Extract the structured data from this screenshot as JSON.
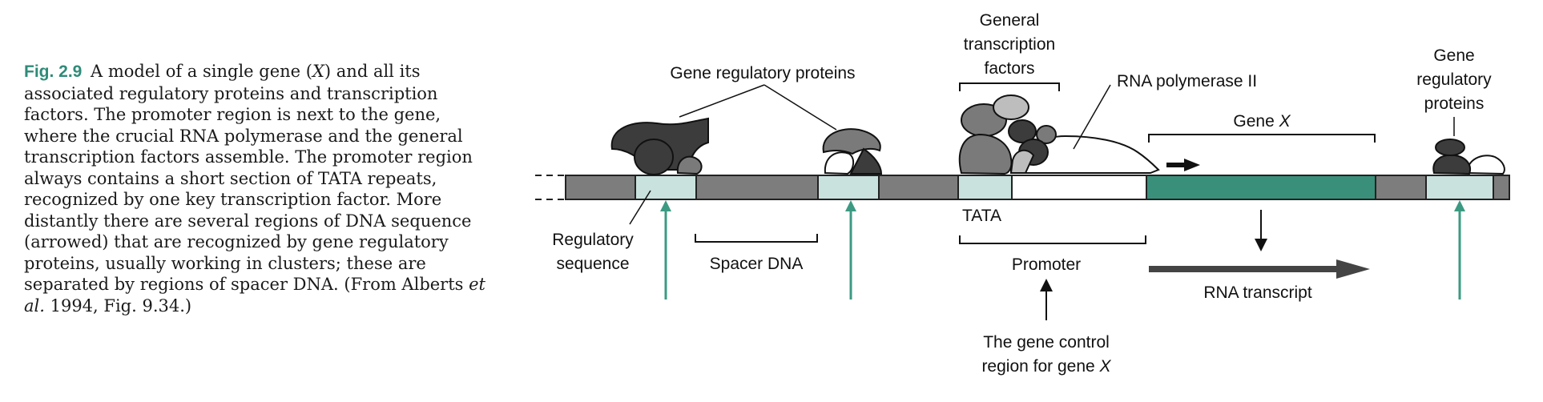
{
  "caption": {
    "label": "Fig. 2.9",
    "gene_symbol": "X",
    "text_1": " A model of a single gene (",
    "text_2": ") and all its associated regulatory proteins and transcription factors. The promoter region is next to the gene, where the crucial RNA polymerase and the general transcription factors assemble. The promoter region always contains a short section of TATA repeats, recognized by one key transcription factor. More distantly there are several regions of DNA sequence (arrowed) that are recognized by gene regulatory proteins, usually working in clusters; these are separated by regions of spacer DNA. (From Alberts ",
    "et_al": "et al.",
    "text_3": " 1994, Fig. 9.34.)"
  },
  "diagram": {
    "labels": {
      "gene_regulatory_proteins": "Gene regulatory proteins",
      "general_tf_line1": "General",
      "general_tf_line2": "transcription",
      "general_tf_line3": "factors",
      "rna_pol": "RNA polymerase II",
      "gene_x_prefix": "Gene ",
      "gene_x_symbol": "X",
      "right_grp_line1": "Gene",
      "right_grp_line2": "regulatory",
      "right_grp_line3": "proteins",
      "tata": "TATA",
      "regulatory_seq_line1": "Regulatory",
      "regulatory_seq_line2": "sequence",
      "spacer_dna": "Spacer DNA",
      "promoter": "Promoter",
      "rna_transcript": "RNA transcript",
      "control_region_line1": "The gene control",
      "control_region_line2_prefix": "region for gene ",
      "control_region_symbol": "X"
    },
    "colors": {
      "dna_dark": "#7d7d7d",
      "regulatory_site": "#c9e2de",
      "gene_teal": "#3a8f7b",
      "arrow_teal": "#3c9a83",
      "protein_dark": "#3c3c3c",
      "protein_mid": "#7a7a7a",
      "protein_light": "#bdbdbd"
    }
  }
}
